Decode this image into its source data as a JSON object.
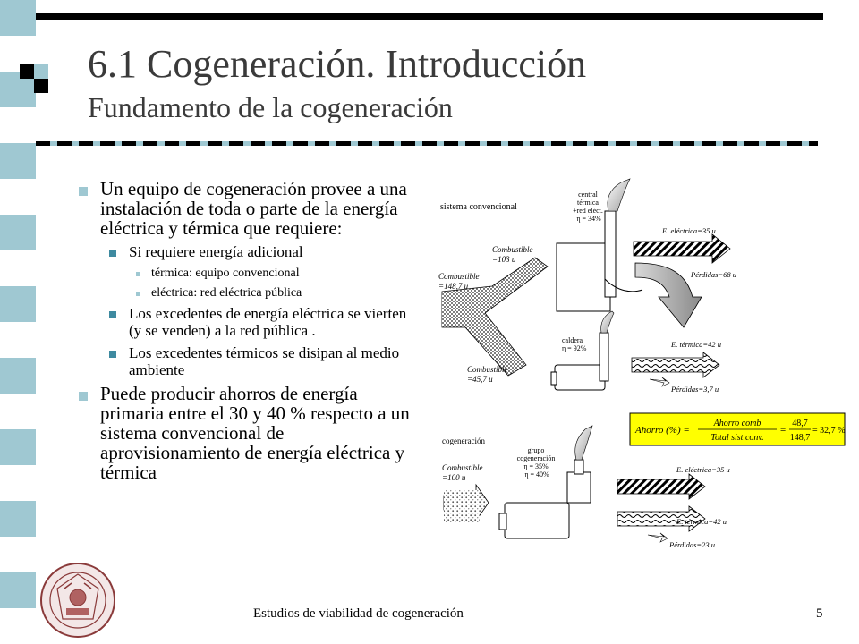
{
  "title": "6.1 Cogeneración. Introducción",
  "subtitle": "Fundamento de la cogeneración",
  "bullets": {
    "b1": "Un equipo de cogeneración provee a una instalación de toda o parte de la energía eléctrica y térmica que requiere:",
    "b1_1": "Si requiere energía adicional",
    "b1_1_1": "térmica: equipo convencional",
    "b1_1_2": "eléctrica: red eléctrica pública",
    "b1_2": "Los excedentes de energía eléctrica se vierten (y se venden) a la red pública .",
    "b1_3": "Los excedentes térmicos se disipan al medio ambiente",
    "b2": "Puede producir ahorros de energía primaria entre el 30 y 40 % respecto a un sistema convencional de aprovisionamiento de energía eléctrica y térmica"
  },
  "diagram": {
    "conv": {
      "label": "sistema convencional",
      "central": [
        "central",
        "térmica",
        "+red eléct.",
        "η = 34%"
      ],
      "fuel_total": [
        "Combustible",
        "=148,7 u"
      ],
      "fuel_central": [
        "Combustible",
        "=103 u"
      ],
      "fuel_caldera": [
        "Combustible",
        "=45,7 u"
      ],
      "caldera": [
        "caldera",
        "η = 92%"
      ],
      "e_elec": "E. eléctrica=35 u",
      "perd1": "Pérdidas=68 u",
      "e_term": "E. térmica=42 u",
      "perd2": "Pérdidas=3,7 u"
    },
    "formula": {
      "lhs": "Ahorro (%) =",
      "num1": "Ahorro comb",
      "den1": "Total sist.conv.",
      "eq1": "=",
      "num2": "48,7",
      "den2": "148,7",
      "eq2": "= 32,7 %"
    },
    "cogen": {
      "label": "cogeneración",
      "fuel": [
        "Combustible",
        "=100 u"
      ],
      "grupo": [
        "grupo",
        "cogeneración",
        "η = 35%",
        "η = 40%"
      ],
      "e_elec": "E. eléctrica=35 u",
      "e_term": "E. térmica=42 u",
      "perd": "Pérdidas=23 u"
    }
  },
  "footer": {
    "text": "Estudios de viabilidad de cogeneración",
    "page": "5"
  },
  "colors": {
    "accent": "#9fc8d2",
    "bullet_dark": "#3e8aa0",
    "formula_bg": "#ffff00"
  }
}
